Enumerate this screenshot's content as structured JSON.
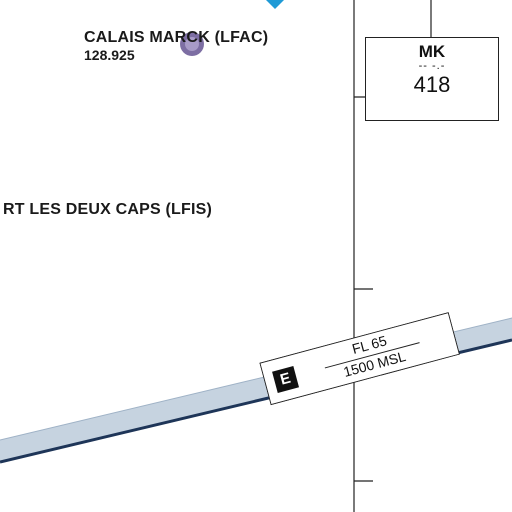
{
  "airports": [
    {
      "name": "CALAIS MARCK (LFAC)",
      "frequency": "128.925"
    },
    {
      "name": "RT LES DEUX CAPS (LFIS)"
    }
  ],
  "navaid": {
    "ident": "MK",
    "morse": "-- -.-",
    "frequency": "418"
  },
  "airway": {
    "designator": "E",
    "upper_limit": "FL 65",
    "lower_limit": "1500 MSL"
  },
  "colors": {
    "airway_fill": "#c6d3e0",
    "airway_edge": "#1e3558",
    "airport_symbol": "#7d6ea3",
    "waypoint_marker": "#1f9ad6",
    "line": "#222222"
  }
}
